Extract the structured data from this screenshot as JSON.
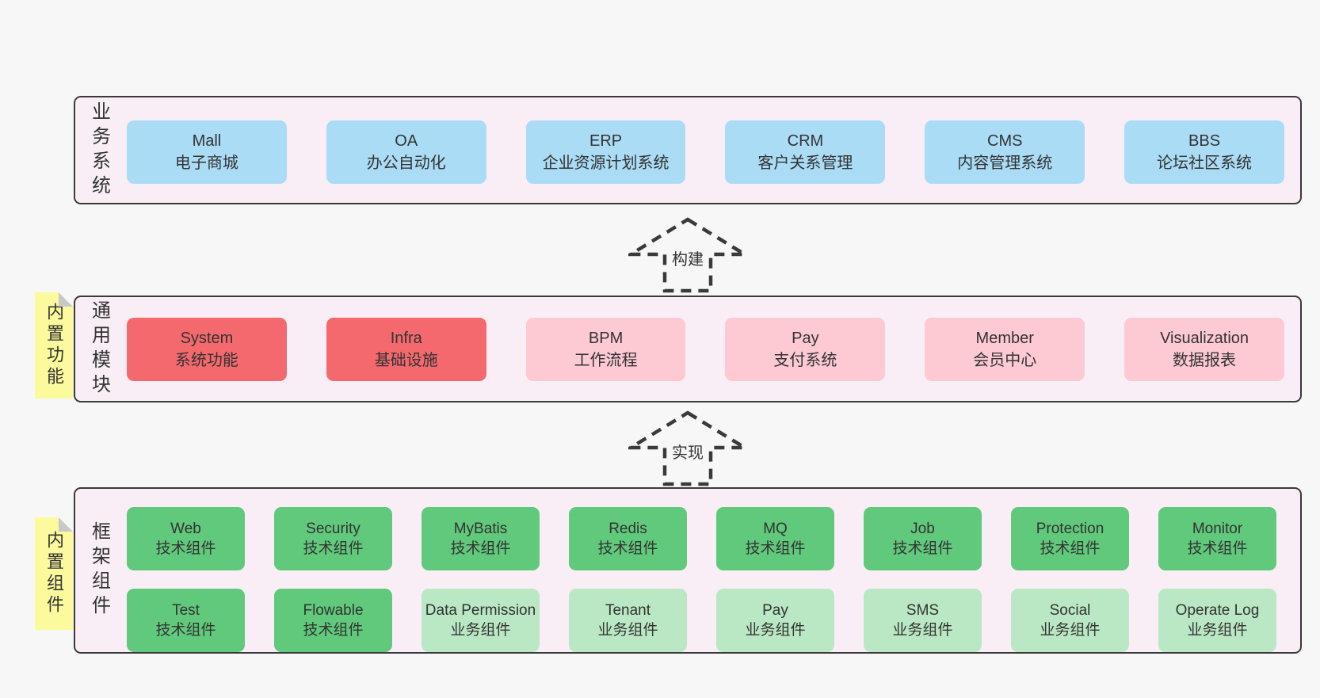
{
  "colors": {
    "page_background": "#f7f7f7",
    "band_background": "#f9eef6",
    "band_border": "#3a3a3a",
    "box_blue": "#aadcf6",
    "box_red": "#f4696e",
    "box_pink": "#fdc9d3",
    "box_green": "#60c97c",
    "box_light_green": "#bae8c4",
    "sticky_yellow": "#fbfa9d",
    "sticky_fold": "#c8c8c8",
    "text": "#333333"
  },
  "bands": [
    {
      "id": "business-systems",
      "label": "业务系统",
      "boxes": [
        {
          "en": "Mall",
          "zh": "电子商城"
        },
        {
          "en": "OA",
          "zh": "办公自动化"
        },
        {
          "en": "ERP",
          "zh": "企业资源计划系统"
        },
        {
          "en": "CRM",
          "zh": "客户关系管理"
        },
        {
          "en": "CMS",
          "zh": "内容管理系统"
        },
        {
          "en": "BBS",
          "zh": "论坛社区系统"
        }
      ]
    },
    {
      "id": "common-modules",
      "label": "通用模块",
      "sticky": "内置功能",
      "boxes": [
        {
          "en": "System",
          "zh": "系统功能"
        },
        {
          "en": "Infra",
          "zh": "基础设施"
        },
        {
          "en": "BPM",
          "zh": "工作流程"
        },
        {
          "en": "Pay",
          "zh": "支付系统"
        },
        {
          "en": "Member",
          "zh": "会员中心"
        },
        {
          "en": "Visualization",
          "zh": "数据报表"
        }
      ]
    },
    {
      "id": "framework-components",
      "label": "框架组件",
      "sticky": "内置组件",
      "rows": [
        [
          {
            "en": "Web",
            "zh": "技术组件"
          },
          {
            "en": "Security",
            "zh": "技术组件"
          },
          {
            "en": "MyBatis",
            "zh": "技术组件"
          },
          {
            "en": "Redis",
            "zh": "技术组件"
          },
          {
            "en": "MQ",
            "zh": "技术组件"
          },
          {
            "en": "Job",
            "zh": "技术组件"
          },
          {
            "en": "Protection",
            "zh": "技术组件"
          },
          {
            "en": "Monitor",
            "zh": "技术组件"
          }
        ],
        [
          {
            "en": "Test",
            "zh": "技术组件"
          },
          {
            "en": "Flowable",
            "zh": "技术组件"
          },
          {
            "en": "Data Permission",
            "zh": "业务组件"
          },
          {
            "en": "Tenant",
            "zh": "业务组件"
          },
          {
            "en": "Pay",
            "zh": "业务组件"
          },
          {
            "en": "SMS",
            "zh": "业务组件"
          },
          {
            "en": "Social",
            "zh": "业务组件"
          },
          {
            "en": "Operate Log",
            "zh": "业务组件"
          }
        ]
      ]
    }
  ],
  "arrows": [
    {
      "label": "构建"
    },
    {
      "label": "实现"
    }
  ]
}
